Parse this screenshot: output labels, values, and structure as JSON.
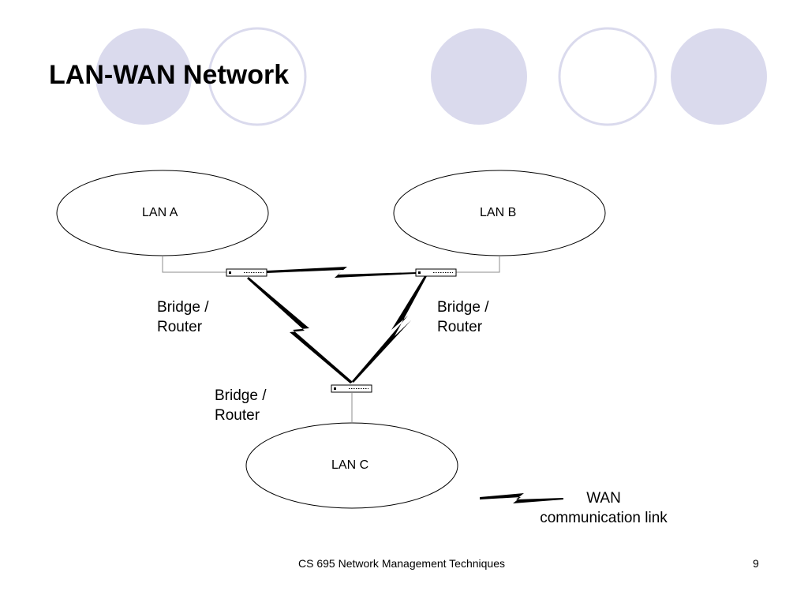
{
  "slide": {
    "title": "LAN-WAN Network",
    "footer_text": "CS 695 Network Management Techniques",
    "page_number": "9"
  },
  "theme": {
    "circle_fill": "#dadaed",
    "circle_outline": "#dadaed",
    "line_color": "#000000",
    "link_gray": "#8c8c8c"
  },
  "diagram": {
    "lans": [
      {
        "label": "LAN A"
      },
      {
        "label": "LAN B"
      },
      {
        "label": "LAN C"
      }
    ],
    "devices": [
      {
        "label_line1": "Bridge /",
        "label_line2": "Router"
      },
      {
        "label_line1": "Bridge /",
        "label_line2": "Router"
      },
      {
        "label_line1": "Bridge /",
        "label_line2": "Router"
      }
    ],
    "legend": {
      "line1": "WAN",
      "line2": "communication link"
    }
  }
}
